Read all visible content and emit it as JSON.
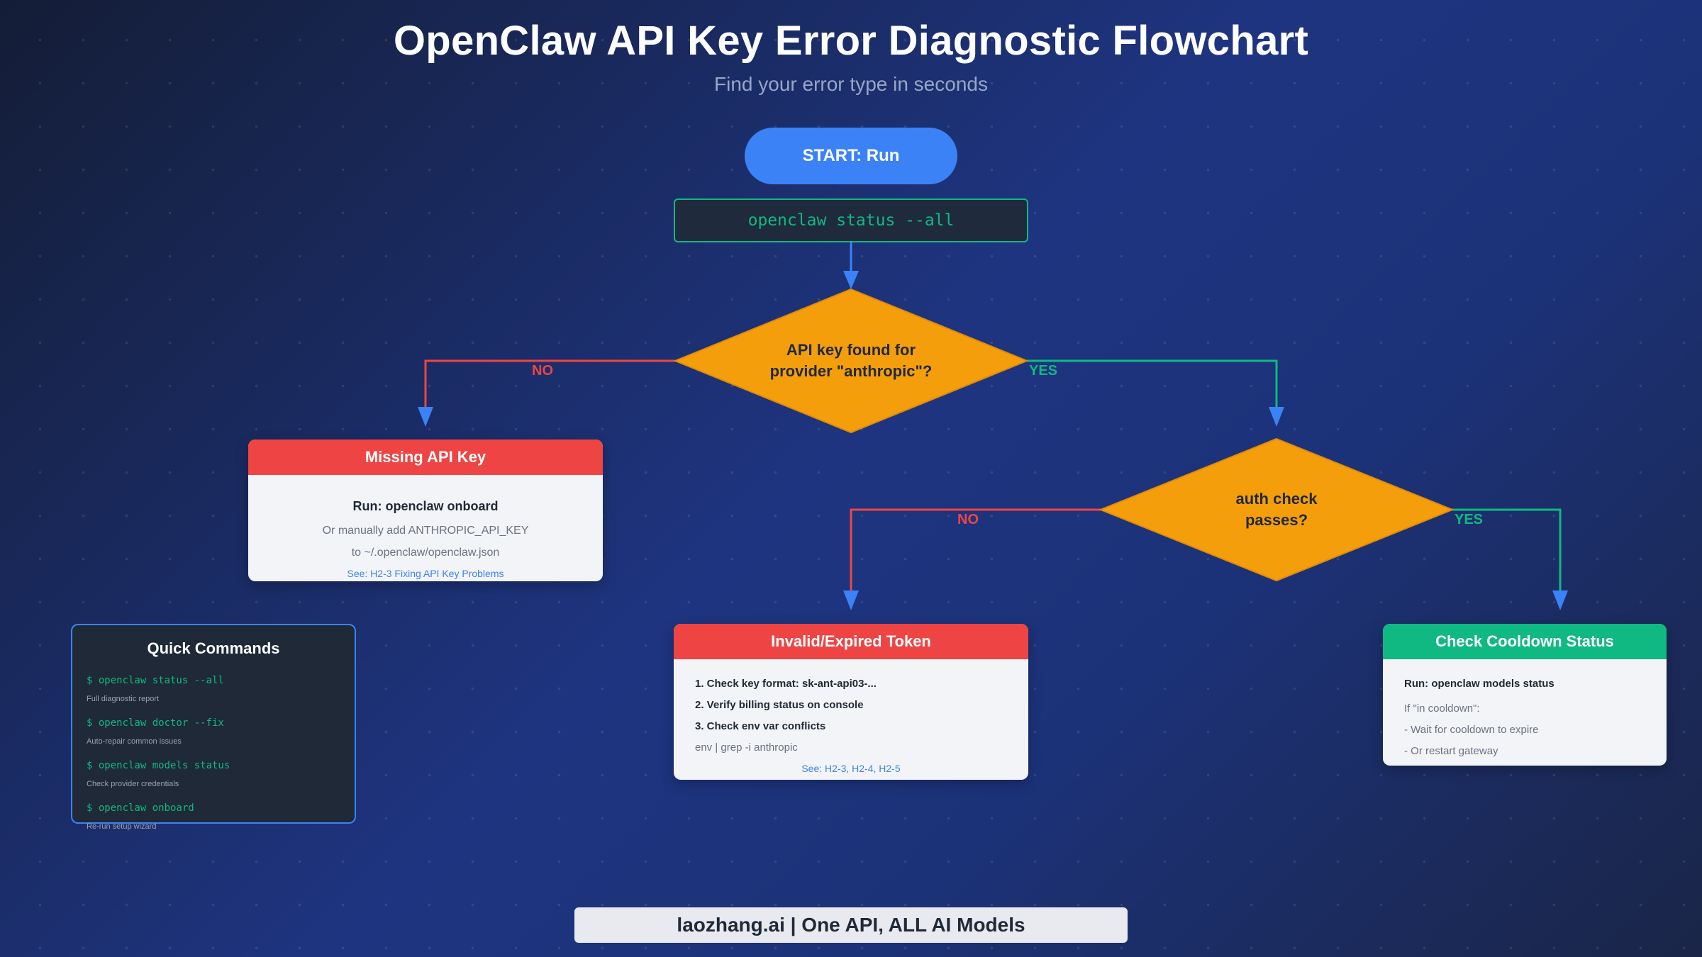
{
  "header": {
    "title": "OpenClaw API Key Error Diagnostic Flowchart",
    "subtitle": "Find your error type in seconds"
  },
  "flow": {
    "start_label": "START: Run",
    "start_command": "openclaw status --all",
    "decision1": {
      "line1": "API key found for",
      "line2": "provider \"anthropic\"?",
      "no_label": "NO",
      "yes_label": "YES"
    },
    "decision2": {
      "line1": "auth check",
      "line2": "passes?",
      "no_label": "NO",
      "yes_label": "YES"
    }
  },
  "missing_key": {
    "title": "Missing API Key",
    "run": "Run: openclaw onboard",
    "line1": "Or manually add ANTHROPIC_API_KEY",
    "line2": "to ~/.openclaw/openclaw.json",
    "see": "See: H2-3 Fixing API Key Problems"
  },
  "invalid_token": {
    "title": "Invalid/Expired Token",
    "step1": "1. Check key format: sk-ant-api03-...",
    "step2": "2. Verify billing status on console",
    "step3": "3. Check env var conflicts",
    "cmd": "env | grep -i anthropic",
    "see": "See: H2-3, H2-4, H2-5"
  },
  "cooldown": {
    "title": "Check Cooldown Status",
    "run": "Run: openclaw models status",
    "line1": "If \"in cooldown\":",
    "line2": "- Wait for cooldown to expire",
    "line3": "- Or restart gateway"
  },
  "quick_commands": {
    "title": "Quick Commands",
    "items": [
      {
        "cmd": "$ openclaw status --all",
        "desc": "Full diagnostic report"
      },
      {
        "cmd": "$ openclaw doctor --fix",
        "desc": "Auto-repair common issues"
      },
      {
        "cmd": "$ openclaw models status",
        "desc": "Check provider credentials"
      },
      {
        "cmd": "$ openclaw onboard",
        "desc": "Re-run setup wizard"
      }
    ]
  },
  "footer": {
    "text": "laozhang.ai | One API, ALL AI Models"
  },
  "colors": {
    "start": "#3b82f6",
    "decision": "#f59e0b",
    "error": "#ef4444",
    "success": "#10b981"
  }
}
